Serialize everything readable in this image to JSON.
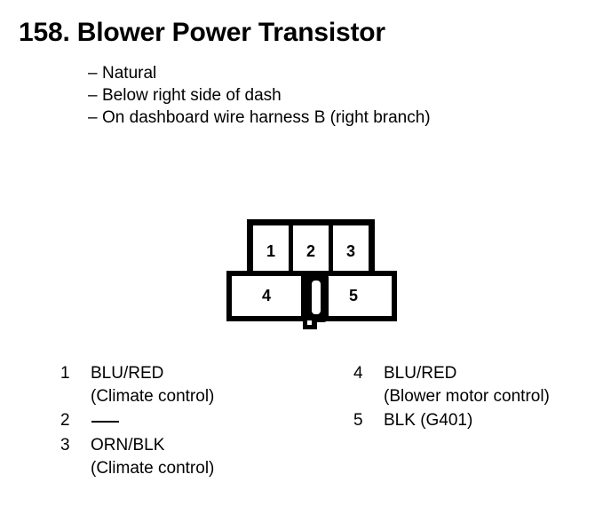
{
  "page": {
    "title": "158.  Blower Power Transistor",
    "background_color": "#ffffff",
    "ink_color": "#000000"
  },
  "description": {
    "dash_marker": "–",
    "items": [
      {
        "text": "Natural"
      },
      {
        "text": "Below right side of dash"
      },
      {
        "text": "On dashboard wire harness B (right branch)"
      }
    ]
  },
  "connector": {
    "name": "blower-power-transistor-connector",
    "cavity_count": 5,
    "top_row": [
      {
        "number": "1"
      },
      {
        "number": "2"
      },
      {
        "number": "3"
      }
    ],
    "bottom_row": [
      {
        "number": "4"
      },
      {
        "number": "5"
      }
    ],
    "lock_tab": "center-locking-tab"
  },
  "pin_legend": {
    "left_column": [
      {
        "number": "1",
        "wire": "BLU/RED",
        "description": "(Climate control)",
        "empty": false
      },
      {
        "number": "2",
        "wire": "",
        "description": "",
        "empty": true
      },
      {
        "number": "3",
        "wire": "ORN/BLK",
        "description": "(Climate control)",
        "empty": false
      }
    ],
    "right_column": [
      {
        "number": "4",
        "wire": "BLU/RED",
        "description": "(Blower motor control)",
        "empty": false
      },
      {
        "number": "5",
        "wire": "BLK (G401)",
        "description": "",
        "empty": false
      }
    ]
  }
}
